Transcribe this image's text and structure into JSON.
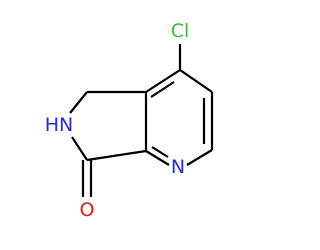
{
  "molecule": {
    "atoms": {
      "chlorine": {
        "symbol": "Cl",
        "color": "#3cb83c"
      },
      "ring_nitrogen": {
        "symbol": "N",
        "color": "#2a2ad8"
      },
      "amide_nh": {
        "symbol": "HN",
        "color": "#2a2ad8"
      },
      "carbonyl_oxygen": {
        "symbol": "O",
        "color": "#e01818"
      }
    },
    "bond_color": "#000000"
  }
}
